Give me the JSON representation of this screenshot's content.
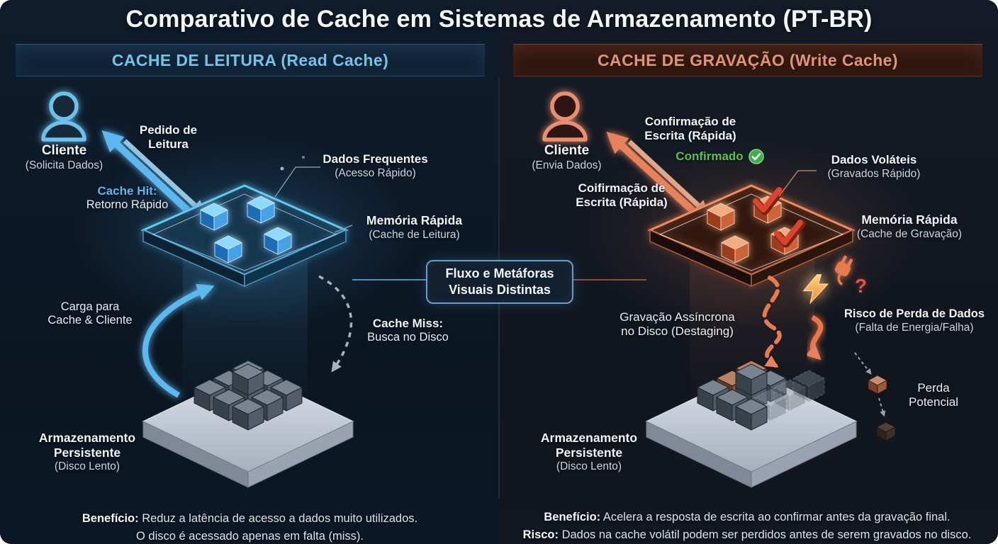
{
  "title": "Comparativo de Cache em Sistemas de Armazenamento (PT-BR)",
  "center": {
    "line1": "Fluxo e Metáforas",
    "line2": "Visuais Distintas"
  },
  "colors": {
    "accent_read": "#5cb8ee",
    "accent_write": "#e8815c",
    "confirmed_green": "#4cb953",
    "risk_red": "#d8452c",
    "background": "#0d1724"
  },
  "icons": [
    "user-icon",
    "check-circle-icon",
    "check-icon",
    "lightning-bolt-icon",
    "power-plug-icon",
    "question-mark"
  ],
  "read": {
    "header": "CACHE DE LEITURA (Read Cache)",
    "client": {
      "name": "Cliente",
      "sub": "(Solicita Dados)"
    },
    "request": "Pedido de\nLeitura",
    "hit": {
      "label": "Cache Hit:",
      "sub": "Retorno Rápido"
    },
    "frequent": {
      "label": "Dados Frequentes",
      "sub": "(Acesso Rápido)"
    },
    "memory": {
      "label": "Memória Rápida",
      "sub": "(Cache de Leitura)"
    },
    "load": "Carga para\nCache & Cliente",
    "miss": {
      "label": "Cache Miss:",
      "sub": "Busca no Disco"
    },
    "storage": {
      "label": "Armazenamento\nPersistente",
      "sub": "(Disco Lento)"
    },
    "note": {
      "bold1": "Benefício:",
      "text1": "Reduz a latência de acesso a dados muito utilizados.",
      "text2": "O disco é acessado apenas em falta (miss)."
    }
  },
  "write": {
    "header": "CACHE DE GRAVAÇÃO (Write Cache)",
    "client": {
      "name": "Cliente",
      "sub": "(Envia Dados)"
    },
    "confirm_top": "Confirmação de\nEscrita (Rápida)",
    "confirmed": "Confirmado",
    "confirm_mid": "Coifirmação de\nEscrita (Rápida)",
    "volatile": {
      "label": "Dados Voláteis",
      "sub": "(Gravados Rápido)"
    },
    "memory": {
      "label": "Memória Rápida",
      "sub": "(Cache de Gravação)"
    },
    "destaging": "Gravação Assíncrona\nno Disco (Destaging)",
    "risk": {
      "label": "Risco de Perda de Dados",
      "sub": "(Falta de Energia/Falha)"
    },
    "question_mark": "?",
    "loss": "Perda\nPotencial",
    "storage": {
      "label": "Armazenamento\nPersistente",
      "sub": "(Disco Lento)"
    },
    "note": {
      "bold1": "Benefício:",
      "text1": "Acelera a resposta de escrita ao confirmar antes da gravação final.",
      "bold2": "Risco:",
      "text2": "Dados na cache volátil podem ser perdidos antes de serem gravados no disco."
    }
  }
}
